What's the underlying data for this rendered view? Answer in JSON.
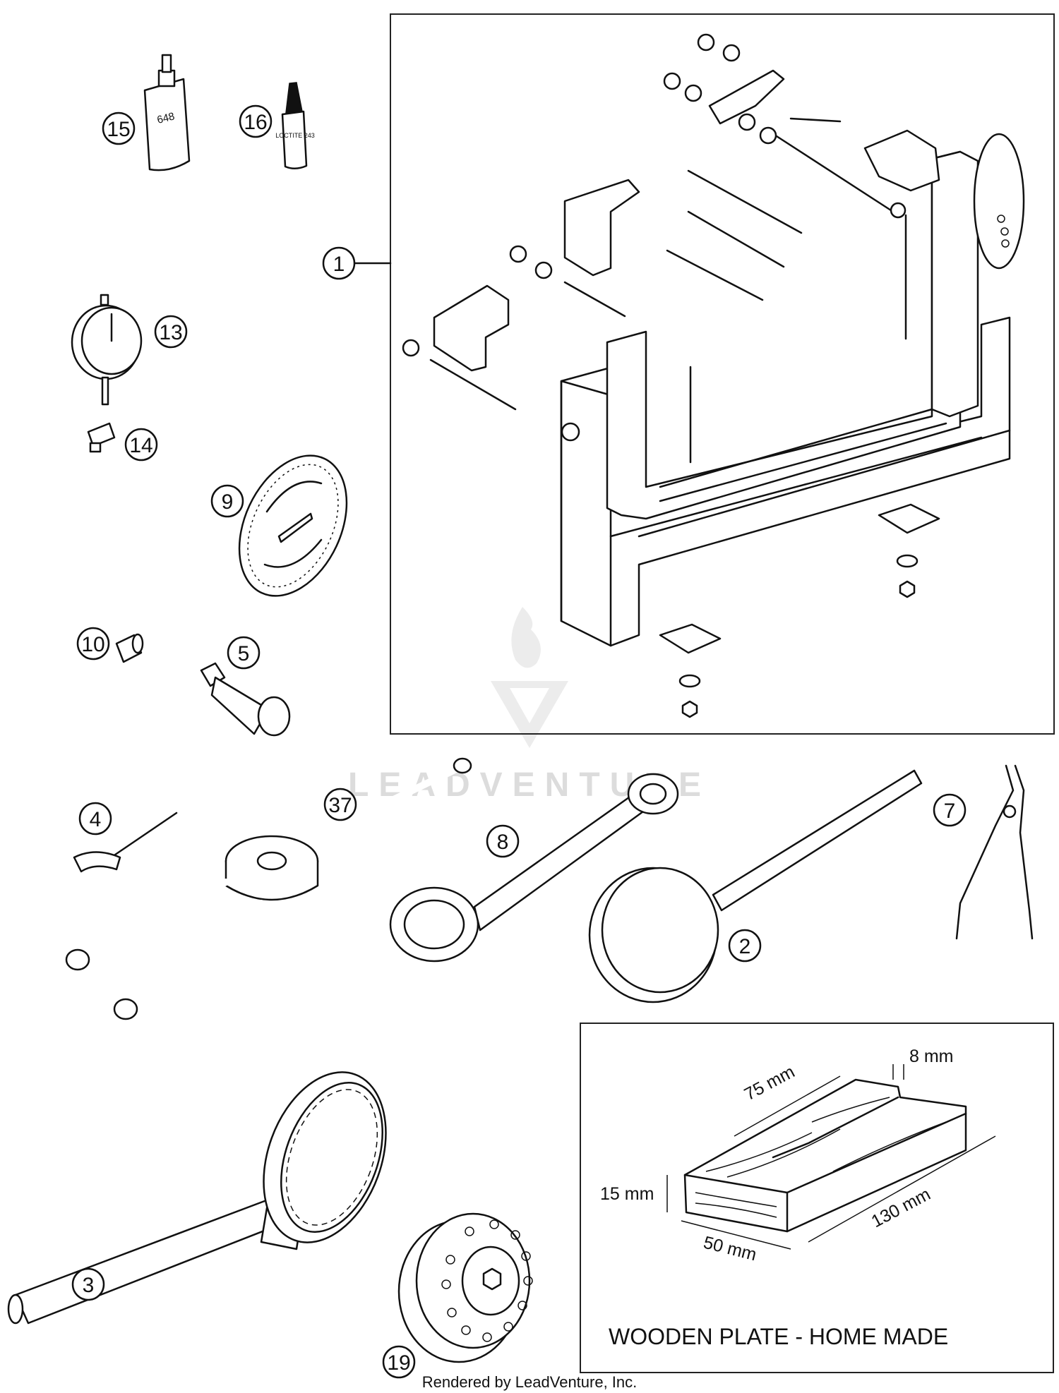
{
  "callouts": {
    "c1": "1",
    "c2": "2",
    "c3": "3",
    "c4": "4",
    "c5": "5",
    "c7": "7",
    "c8": "8",
    "c9": "9",
    "c10": "10",
    "c13": "13",
    "c14": "14",
    "c15": "15",
    "c16": "16",
    "c19": "19",
    "c37": "37"
  },
  "product_labels": {
    "bottle_15": "648",
    "tube_16": "LOCTITE 243"
  },
  "wooden_plate": {
    "dim_thickness_cut": "8 mm",
    "dim_cut_length": "75 mm",
    "dim_height": "15 mm",
    "dim_length": "130 mm",
    "dim_width": "50 mm",
    "caption": "WOODEN PLATE - HOME MADE"
  },
  "watermark": "LEADVENTURE",
  "footer": "Rendered by LeadVenture, Inc."
}
